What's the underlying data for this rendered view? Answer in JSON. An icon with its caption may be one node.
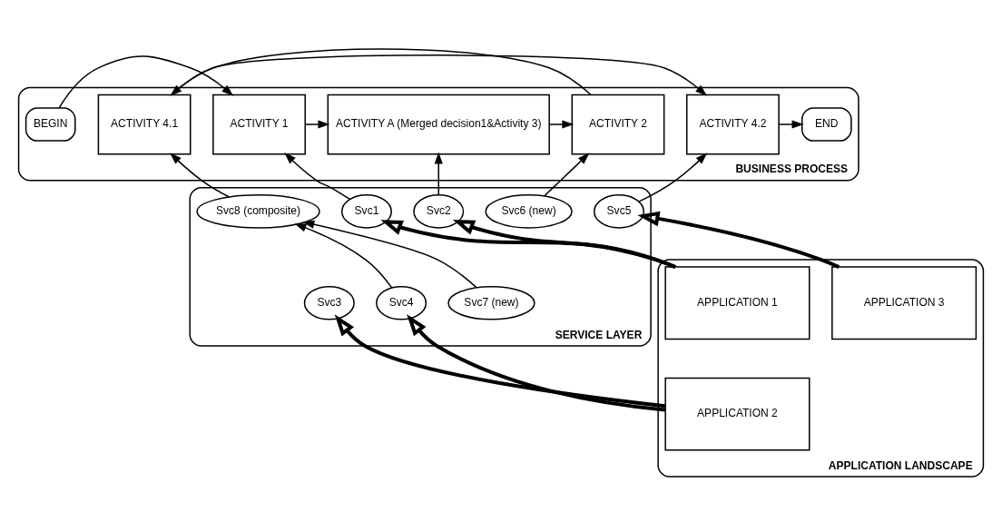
{
  "diagram": {
    "nodes": [
      {
        "text": [
          "BUSINESS PROCESS"
        ]
      },
      {
        "text": [
          "BEGIN"
        ],
        "in": 0
      },
      {
        "text": [
          "ACTIVITY 1"
        ],
        "in": 0
      },
      {
        "text": [
          "ACTIVITY A (Merged decision1&Activity 3)"
        ],
        "in": 0
      },
      {
        "text": [
          "ACTIVITY 2"
        ],
        "in": 0
      },
      {
        "text": [
          "ACTIVITY 4.1"
        ],
        "in": 0
      },
      {
        "text": [
          "ACTIVITY 4.2"
        ],
        "in": 0
      },
      {
        "text": [
          "END"
        ],
        "in": 0
      },
      {
        "text": [
          "SERVICE LAYER"
        ]
      },
      {
        "text": [
          "Svc8 (composite)"
        ],
        "in": 8
      },
      {
        "text": [
          "Svc1"
        ],
        "in": 8
      },
      {
        "text": [
          "Svc2"
        ],
        "in": 8
      },
      {
        "text": [
          "Svc3"
        ],
        "in": 8
      },
      {
        "text": [
          "Svc6 (new)"
        ],
        "in": 8
      },
      {
        "text": [
          "Svc4"
        ],
        "in": 8
      },
      {
        "text": [
          "Svc7 (new)"
        ],
        "in": 8
      },
      {
        "text": [
          "Svc5"
        ],
        "in": 8
      },
      {
        "text": [
          "APPLICATION LANDSCAPE"
        ]
      },
      {
        "text": [
          "APPLICATION 1"
        ],
        "in": 17
      },
      {
        "text": [
          "APPLICATION 2"
        ],
        "in": 17
      },
      {
        "text": [
          "APPLICATION 3"
        ],
        "in": 17
      }
    ],
    "edges": [
      {
        "from": 1,
        "to": 2,
        "arrow": "to"
      },
      {
        "from": 2,
        "to": 3,
        "arrow": "to"
      },
      {
        "from": 3,
        "to": 4,
        "arrow": "to"
      },
      {
        "from": 4,
        "to": 5,
        "arrow": "to"
      },
      {
        "from": 5,
        "to": 6,
        "arrow": "to"
      },
      {
        "from": 6,
        "to": 7,
        "arrow": "to"
      },
      {
        "from": 10,
        "to": 2,
        "arrow": "to"
      },
      {
        "from": 11,
        "to": 3,
        "arrow": "to"
      },
      {
        "from": 13,
        "to": 4,
        "arrow": "to"
      },
      {
        "from": 9,
        "to": 5,
        "arrow": "to"
      },
      {
        "from": 16,
        "to": 6,
        "arrow": "to"
      },
      {
        "from": 14,
        "to": 9,
        "arrow": "to"
      },
      {
        "from": 15,
        "to": 9,
        "arrow": "to"
      },
      {
        "from": 18,
        "to": 10,
        "arrow": "to",
        "style": "thick"
      },
      {
        "from": 18,
        "to": 11,
        "arrow": "to",
        "style": "thick"
      },
      {
        "from": 19,
        "to": 12,
        "arrow": "to",
        "style": "thick"
      },
      {
        "from": 19,
        "to": 14,
        "arrow": "to",
        "style": "thick"
      },
      {
        "from": 20,
        "to": 16,
        "arrow": "to",
        "style": "thick"
      }
    ]
  }
}
